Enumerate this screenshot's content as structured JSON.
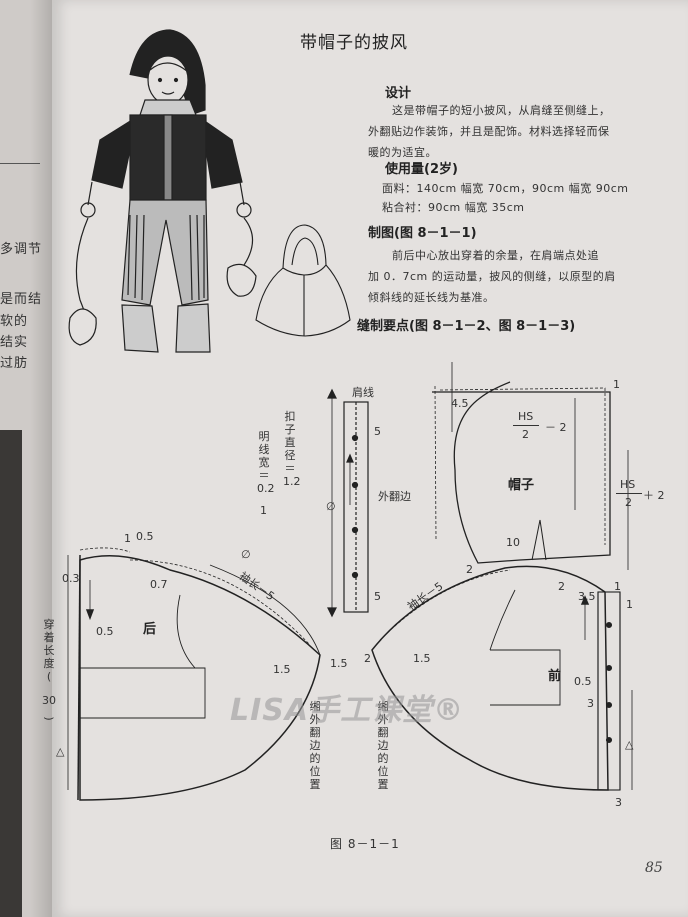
{
  "left_page": {
    "lines": [
      "多调节",
      "是而结",
      "软的",
      "结实",
      "过肪"
    ]
  },
  "title": "带帽子的披风",
  "design": {
    "heading": "设计",
    "lines": [
      "这是带帽子的短小披风，从肩缝至侧缝上，",
      "外翻贴边作装饰，并且是配饰。材料选择轻而保",
      "暖的为适宜。"
    ]
  },
  "usage": {
    "heading": "使用量(2岁)",
    "fabric": "面料：140cm 幅宽 70cm，90cm 幅宽 90cm",
    "interfacing": "粘合衬：90cm 幅宽 35cm"
  },
  "drafting": {
    "heading": "制图(图 8－1－1)",
    "lines": [
      "前后中心放出穿着的余量，在肩端点处追",
      "加 0．7cm 的运动量，披风的侧缝，以原型的肩",
      "倾斜线的延长线为基准。"
    ]
  },
  "sewing": {
    "heading": "缝制要点(图 8－1－2、图 8－1－3)"
  },
  "diagram": {
    "shoulder_line": "肩线",
    "button_diameter": "扣子直径＝1.2",
    "stitch_width": "明线宽＝0.2",
    "stitch_width_note": "1",
    "outer_facing": "外翻边",
    "phi": "∅",
    "hood": "帽子",
    "back": "后",
    "front": "前",
    "sleeve_back": "袖长－5",
    "sleeve_front": "袖长－5",
    "length_label": "穿着长度(",
    "length_value": "30",
    "length_close": ")",
    "facing_pos_left": "缃外翻边的位置",
    "facing_pos_right": "缃外翻边的位置",
    "hs_top": "HS",
    "hs_top_denom": "2",
    "hs_top_minus": "－ 2",
    "hs_right": "HS",
    "hs_right_denom": "2",
    "hs_right_plus": "＋ 2",
    "nums": {
      "n1_top": "1",
      "n45": "4.5",
      "n1_hood_right": "1",
      "n10": "10",
      "n2_hood": "2",
      "n2_front_neck": "2",
      "n35": "3.5",
      "n1_front": "1",
      "n05_front": "0.5",
      "n3_front": "3",
      "n3_bottom": "3",
      "n1_back": "1",
      "n05_back_top": "0.5",
      "n03": "0.3",
      "n07": "0.7",
      "n05_back": "0.5",
      "n15_left": "1.5",
      "n15_mid": "1.5",
      "n2_mid": "2",
      "n15_right": "1.5",
      "n5_a": "5",
      "n5_b": "5",
      "n02": "0.2",
      "n12": "1.2"
    }
  },
  "watermark": "LISA手工课堂®",
  "caption": "图 8－1－1",
  "page_number": "85"
}
